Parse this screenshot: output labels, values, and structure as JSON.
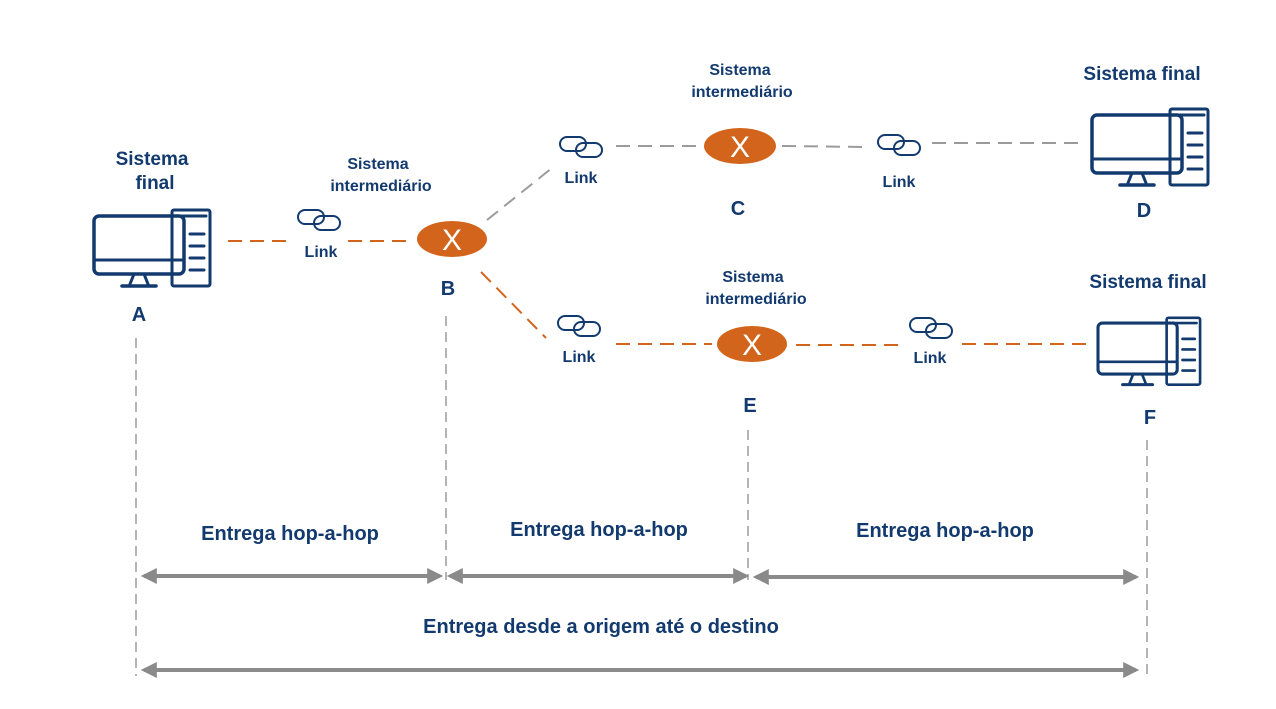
{
  "colors": {
    "text": "#123a6e",
    "active_path": "#d3641b",
    "inactive_path": "#9b9b9b",
    "arrows": "#8a8a8a",
    "router": "#d3641b"
  },
  "nodes": {
    "A": {
      "label_line1": "Sistema",
      "label_line2": "final",
      "letter": "A",
      "icon": "computer-icon"
    },
    "B": {
      "label_line1": "Sistema",
      "label_line2": "intermediário",
      "letter": "B",
      "icon": "router-icon",
      "symbol": "X"
    },
    "C": {
      "label_line1": "Sistema",
      "label_line2": "intermediário",
      "letter": "C",
      "icon": "router-icon",
      "symbol": "X"
    },
    "D": {
      "label": "Sistema final",
      "letter": "D",
      "icon": "computer-icon"
    },
    "E": {
      "label_line1": "Sistema",
      "label_line2": "intermediário",
      "letter": "E",
      "icon": "router-icon",
      "symbol": "X"
    },
    "F": {
      "label": "Sistema final",
      "letter": "F",
      "icon": "computer-icon"
    }
  },
  "links": [
    {
      "label": "Link",
      "icon": "chain-link-icon",
      "between": "A-B"
    },
    {
      "label": "Link",
      "icon": "chain-link-icon",
      "between": "B-C"
    },
    {
      "label": "Link",
      "icon": "chain-link-icon",
      "between": "C-D"
    },
    {
      "label": "Link",
      "icon": "chain-link-icon",
      "between": "B-E"
    },
    {
      "label": "Link",
      "icon": "chain-link-icon",
      "between": "E-F"
    }
  ],
  "spans": {
    "hop1": "Entrega hop-a-hop",
    "hop2": "Entrega hop-a-hop",
    "hop3": "Entrega hop-a-hop",
    "end_to_end": "Entrega desde a origem até o destino"
  }
}
